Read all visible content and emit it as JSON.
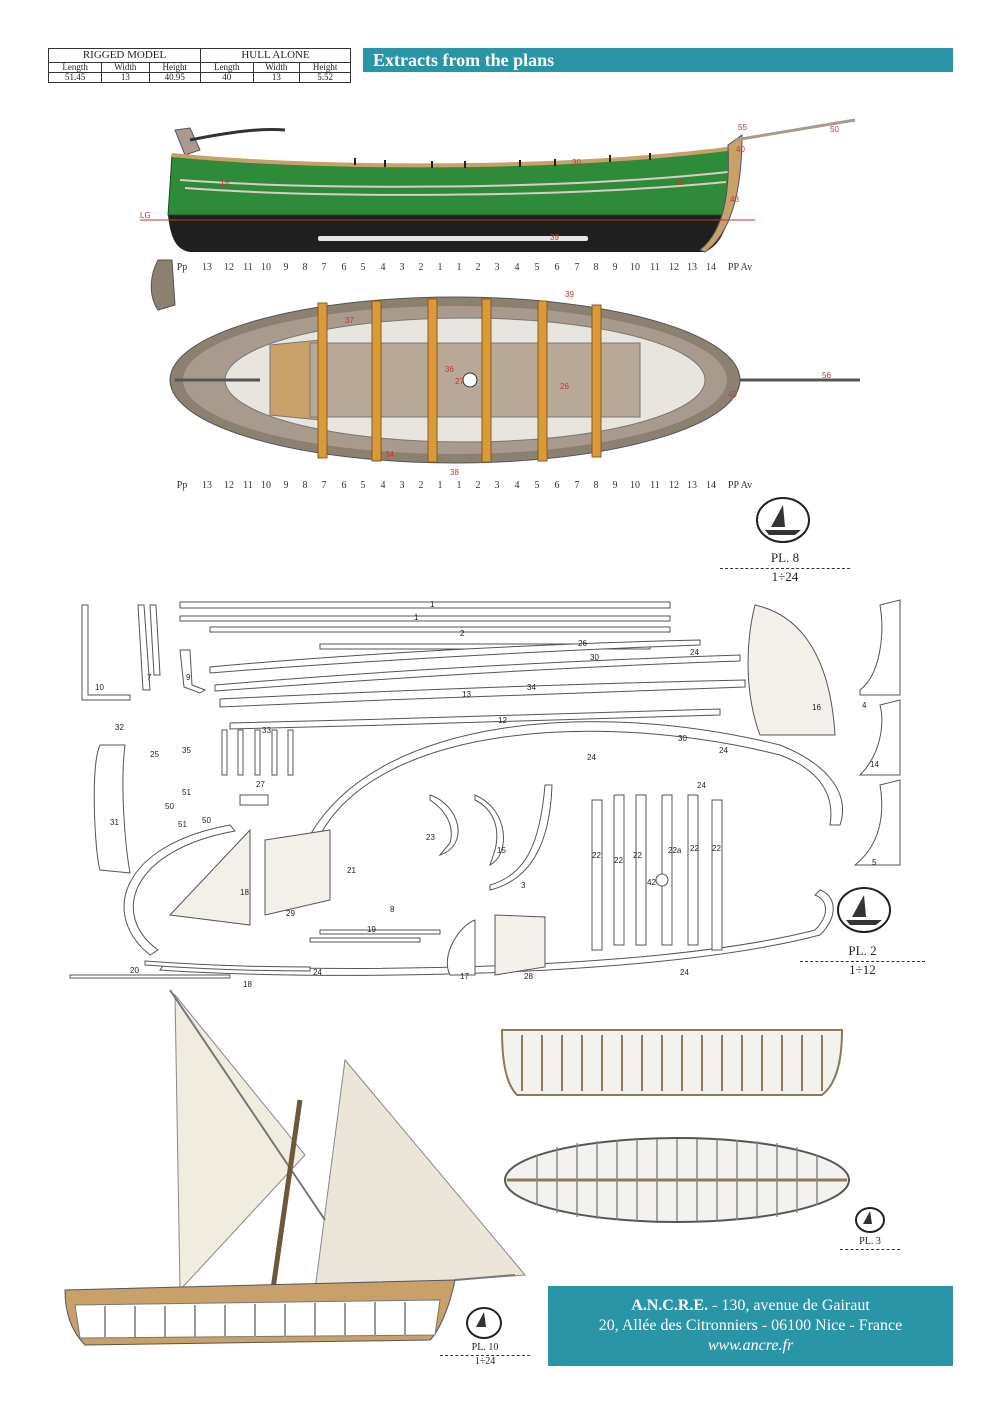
{
  "dimensions_table": {
    "groups": [
      "RIGGED MODEL",
      "HULL ALONE"
    ],
    "headers": [
      "Length",
      "Width",
      "Height",
      "Length",
      "Width",
      "Height"
    ],
    "values": [
      "51.45",
      "13",
      "40.95",
      "40",
      "13",
      "5.52"
    ]
  },
  "banner_title": "Extracts from the plans",
  "profile_labels": {
    "waterline": "LG",
    "part_numbers": [
      "55",
      "50",
      "40",
      "30",
      "45",
      "43",
      "19",
      "39"
    ]
  },
  "stations_main": [
    "Pp",
    "13",
    "12",
    "11",
    "10",
    "9",
    "8",
    "7",
    "6",
    "5",
    "4",
    "3",
    "2",
    "1",
    "1",
    "2",
    "3",
    "4",
    "5",
    "6",
    "7",
    "8",
    "9",
    "10",
    "11",
    "12",
    "13",
    "14",
    "PP Av"
  ],
  "plan_labels": [
    "39",
    "37",
    "27",
    "36",
    "26",
    "34",
    "38",
    "40",
    "56"
  ],
  "plates": {
    "pl8": {
      "name": "PL. 8",
      "scale": "1÷24"
    },
    "pl2": {
      "name": "PL. 2",
      "scale": "1÷12"
    },
    "pl3": {
      "name": "PL. 3"
    },
    "pl10": {
      "name": "PL. 10",
      "scale": "1÷24"
    }
  },
  "parts_labels": [
    "1",
    "1",
    "2",
    "26",
    "30",
    "24",
    "13",
    "34",
    "12",
    "10",
    "7",
    "9",
    "32",
    "33",
    "25",
    "35",
    "27",
    "51",
    "50",
    "31",
    "51",
    "50",
    "30",
    "24",
    "24",
    "24",
    "16",
    "4",
    "14",
    "5",
    "23",
    "15",
    "3",
    "22",
    "22",
    "22",
    "22a",
    "22",
    "22",
    "42",
    "21",
    "8",
    "18",
    "29",
    "19",
    "20",
    "18",
    "24",
    "17",
    "28",
    "24"
  ],
  "footer": {
    "brand": "A.N.C.R.E.",
    "line1_rest": " - 130, avenue de Gairaut",
    "line2": "20, Allée des Citronniers - 06100 Nice - France",
    "url": "www.ancre.fr"
  },
  "colors": {
    "accent": "#2a95a6",
    "hull_green": "#2e8b3a",
    "hull_black": "#1f1f1f",
    "wood": "#c8a06a",
    "deck": "#a89a8c"
  }
}
